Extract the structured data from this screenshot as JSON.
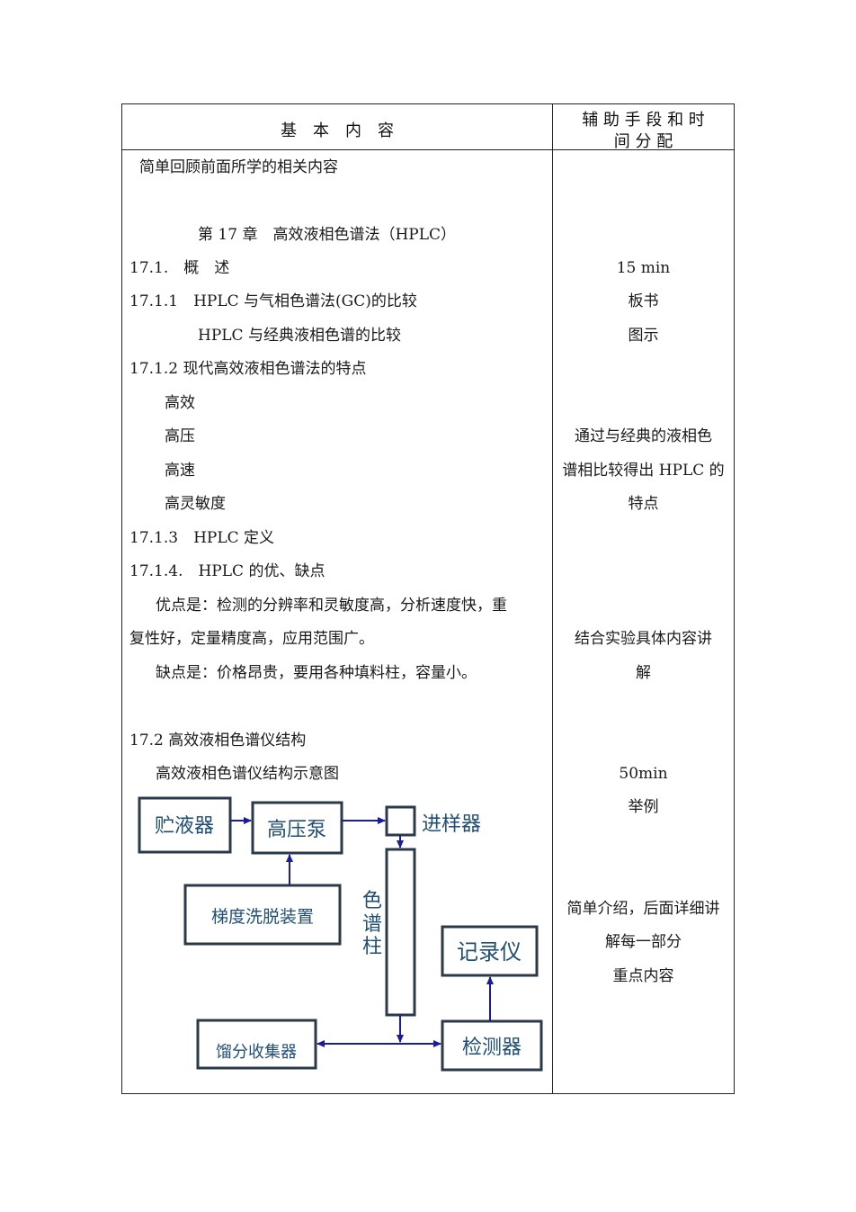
{
  "header": {
    "left": "基　本　内　容",
    "right_line1": "辅 助 手 段 和 时",
    "right_line2": "间 分 配"
  },
  "left": {
    "intro": "简单回顾前面所学的相关内容",
    "chapter": "第 17 章　高效液相色谱法（HPLC）",
    "s1": "17.1.　概　述",
    "s111": "17.1.1　HPLC 与气相色谱法(GC)的比较",
    "s111b": "HPLC 与经典液相色谱的比较",
    "s112": "17.1.2 现代高效液相色谱法的特点",
    "f1": "高效",
    "f2": "高压",
    "f3": "高速",
    "f4": "高灵敏度",
    "s113": "17.1.3　HPLC 定义",
    "s114": "17.1.4.　HPLC 的优、缺点",
    "adv1": "优点是：检测的分辨率和灵敏度高，分析速度快，重",
    "adv2": "复性好，定量精度高，应用范围广。",
    "dis": "缺点是：价格昂贵，要用各种填料柱，容量小。",
    "s2": "17.2 高效液相色谱仪结构",
    "diagram_caption": "高效液相色谱仪结构示意图"
  },
  "right": {
    "r1": "15 min",
    "r2": "板书",
    "r3": "图示",
    "r4": "通过与经典的液相色",
    "r5": "谱相比较得出 HPLC 的",
    "r6": "特点",
    "r7": "结合实验具体内容讲",
    "r8": "解",
    "r9": "50min",
    "r10": "举例",
    "r11": "简单介绍，后面详细讲",
    "r12": "解每一部分",
    "r13": "重点内容"
  },
  "diagram": {
    "color": "#1f4e79",
    "arrow_color": "#1a1aa8",
    "reservoir": "贮液器",
    "pump": "高压泵",
    "injector": "进样器",
    "gradient": "梯度洗脱装置",
    "column_1": "色",
    "column_2": "谱",
    "column_3": "柱",
    "recorder": "记录仪",
    "detector": "检测器",
    "collector": "馏分收集器"
  }
}
